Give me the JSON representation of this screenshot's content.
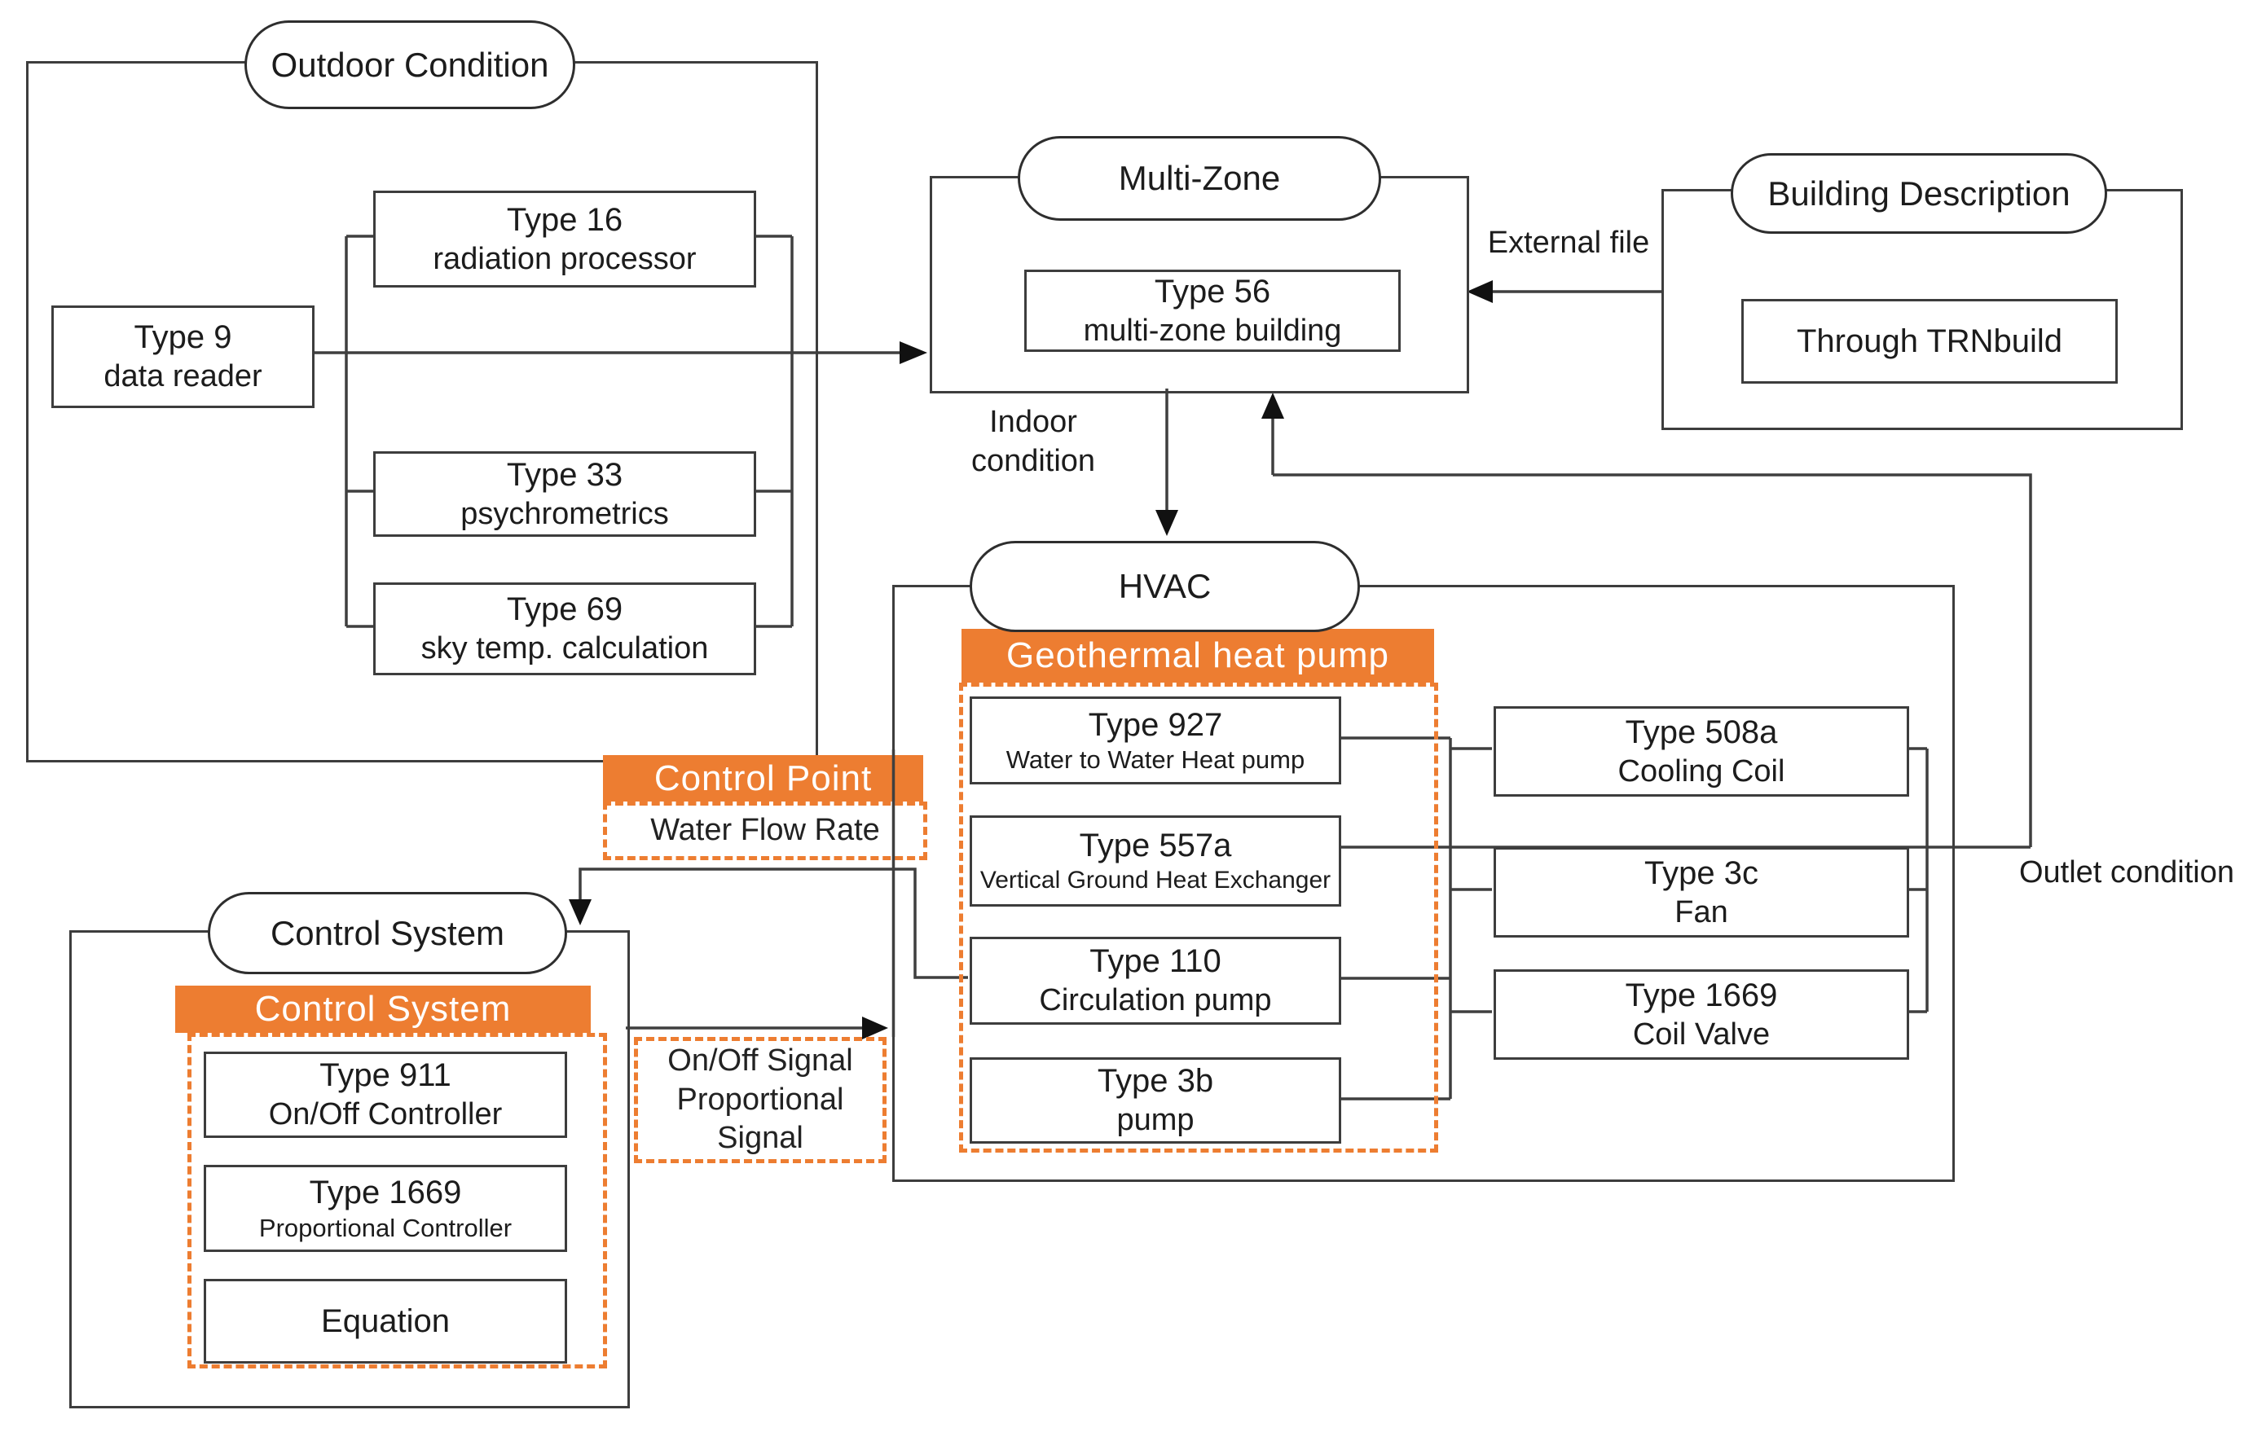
{
  "colors": {
    "accent": "#ED7D31",
    "wire": "#3f3f3f"
  },
  "outdoor": {
    "title": "Outdoor Condition",
    "type9": {
      "title": "Type 9",
      "subtitle": "data reader"
    },
    "type16": {
      "title": "Type 16",
      "subtitle": "radiation processor"
    },
    "type33": {
      "title": "Type 33",
      "subtitle": "psychrometrics"
    },
    "type69": {
      "title": "Type 69",
      "subtitle": "sky temp. calculation"
    }
  },
  "multizone": {
    "title": "Multi-Zone",
    "type56": {
      "title": "Type 56",
      "subtitle": "multi-zone building"
    },
    "indoor_label_line1": "Indoor",
    "indoor_label_line2": "condition"
  },
  "building": {
    "title": "Building Description",
    "trnbuild": {
      "title": "Through TRNbuild"
    },
    "external_file_label": "External file"
  },
  "hvac": {
    "title": "HVAC",
    "geothermal": {
      "header": "Geothermal heat pump",
      "type927": {
        "title": "Type 927",
        "subtitle": "Water to Water Heat pump"
      },
      "type557a": {
        "title": "Type 557a",
        "subtitle": "Vertical Ground Heat Exchanger"
      },
      "type110": {
        "title": "Type 110",
        "subtitle": "Circulation pump"
      },
      "type3b": {
        "title": "Type 3b",
        "subtitle": "pump"
      }
    },
    "airside": {
      "type508a": {
        "title": "Type 508a",
        "subtitle": "Cooling Coil"
      },
      "type3c": {
        "title": "Type 3c",
        "subtitle": "Fan"
      },
      "type1669": {
        "title": "Type 1669",
        "subtitle": "Coil Valve"
      }
    },
    "outlet_label": "Outlet condition"
  },
  "control": {
    "title": "Control System",
    "header": "Control System",
    "type911": {
      "title": "Type 911",
      "subtitle": "On/Off Controller"
    },
    "type1669": {
      "title": "Type 1669",
      "subtitle": "Proportional Controller"
    },
    "equation": {
      "title": "Equation"
    }
  },
  "control_point": {
    "header": "Control Point",
    "value": "Water Flow Rate"
  },
  "signal": {
    "line1": "On/Off Signal",
    "line2": "Proportional",
    "line3": "Signal"
  }
}
